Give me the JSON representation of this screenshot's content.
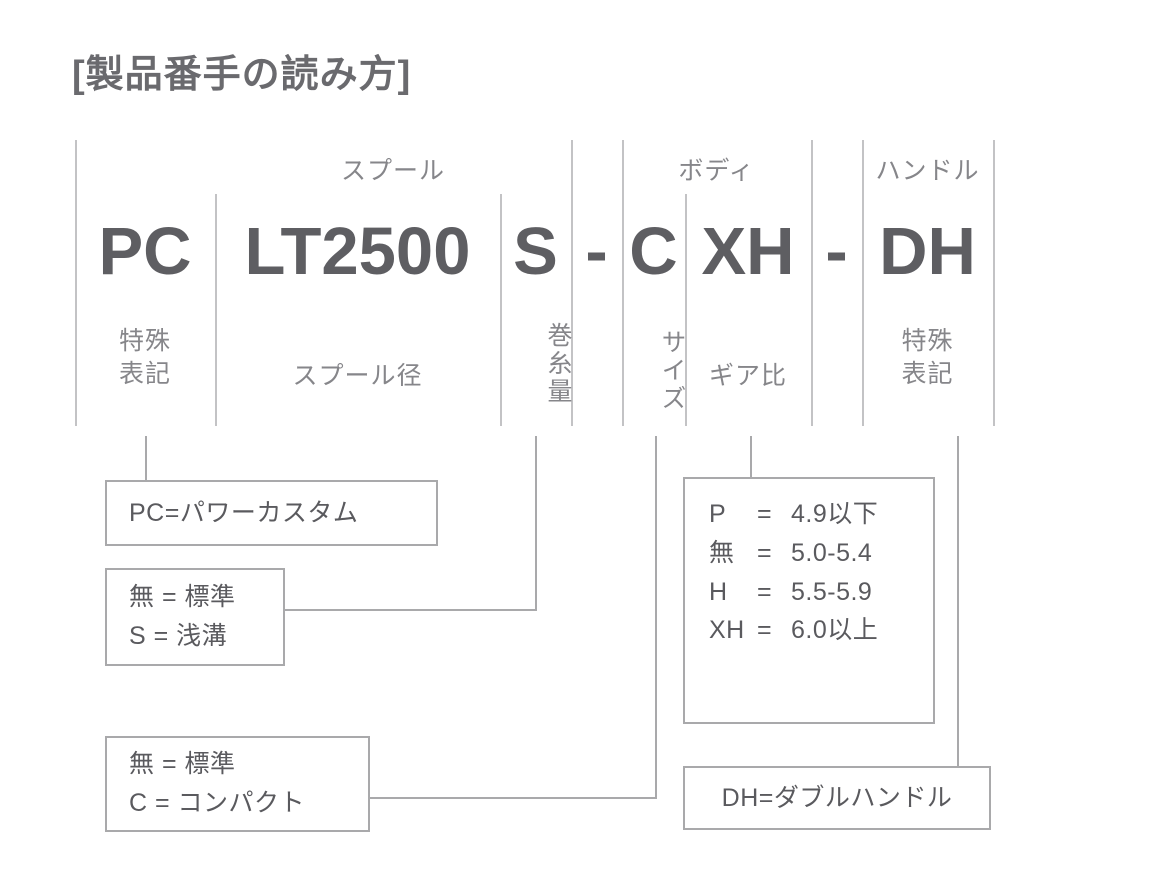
{
  "title": "[製品番手の読み方]",
  "colors": {
    "code_text": "#5e5e62",
    "label_text": "#86868a",
    "rule": "#c3c3c5",
    "box_border": "#a9a9ab",
    "background": "#ffffff"
  },
  "group_headers": [
    {
      "label": "スプール"
    },
    {
      "label": "ボディ"
    },
    {
      "label": "ハンドル"
    }
  ],
  "model_code": {
    "full": "PCLT2500S-CXH-DH",
    "segments": [
      {
        "code": "PC",
        "sub_label": "特殊\n表記",
        "orientation": "horizontal"
      },
      {
        "code": "LT2500",
        "sub_label": "スプール径",
        "orientation": "horizontal"
      },
      {
        "code": "S",
        "sub_label": "巻糸量",
        "orientation": "vertical"
      },
      {
        "code": "-",
        "sub_label": "",
        "orientation": "none"
      },
      {
        "code": "C",
        "sub_label": "サイズ",
        "orientation": "vertical"
      },
      {
        "code": "XH",
        "sub_label": "ギア比",
        "orientation": "horizontal"
      },
      {
        "code": "-",
        "sub_label": "",
        "orientation": "none"
      },
      {
        "code": "DH",
        "sub_label": "特殊\n表記",
        "orientation": "horizontal"
      }
    ]
  },
  "sub_labels": {
    "pc": {
      "line1": "特殊",
      "line2": "表記"
    },
    "lt2500": "スプール径",
    "s": "巻糸量",
    "c": "サイズ",
    "xh": "ギア比",
    "dh": {
      "line1": "特殊",
      "line2": "表記"
    }
  },
  "callouts": {
    "pc": {
      "lines": [
        "PC=パワーカスタム"
      ]
    },
    "spool": {
      "lines": [
        "無 = 標準",
        "S = 浅溝"
      ]
    },
    "size": {
      "lines": [
        "無 = 標準",
        "C = コンパクト"
      ]
    },
    "gear": {
      "rows": [
        {
          "key": "P",
          "eq": "=",
          "value": "4.9以下"
        },
        {
          "key": "無",
          "eq": "=",
          "value": "5.0-5.4"
        },
        {
          "key": "H",
          "eq": "=",
          "value": "5.5-5.9"
        },
        {
          "key": "XH",
          "eq": "=",
          "value": "6.0以上"
        }
      ]
    },
    "handle": {
      "lines": [
        "DH=ダブルハンドル"
      ]
    }
  }
}
